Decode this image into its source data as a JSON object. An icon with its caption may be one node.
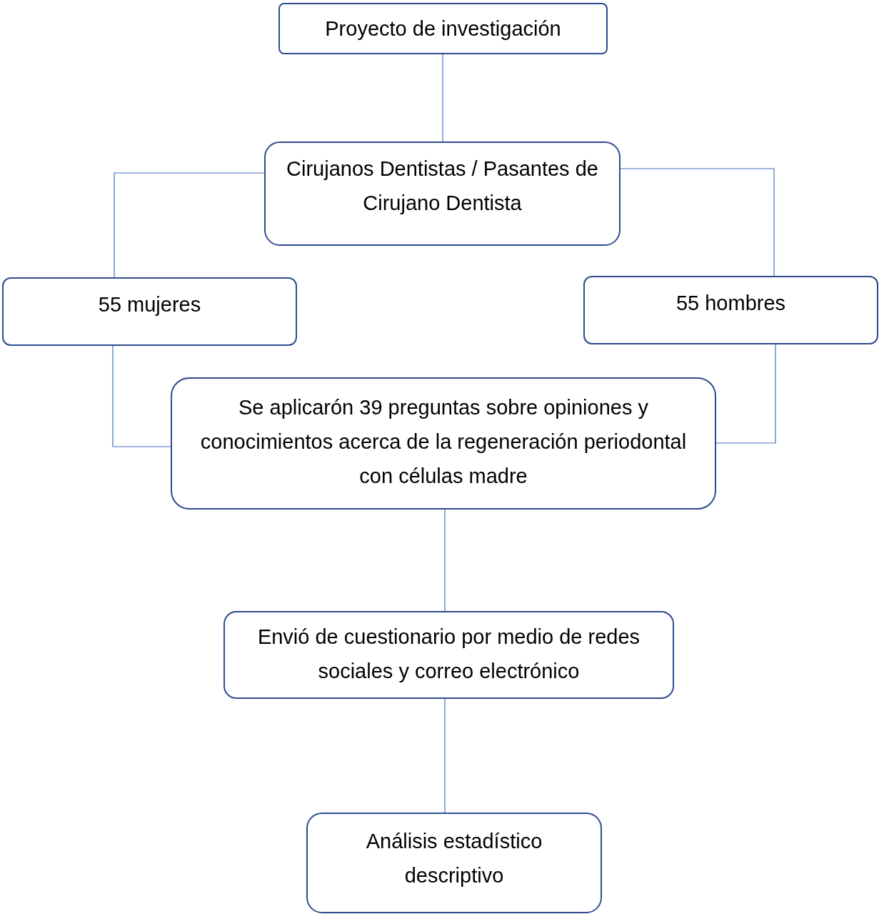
{
  "diagram": {
    "nodes": [
      {
        "text": [
          "Proyecto de investigación"
        ]
      },
      {
        "text": [
          "Cirujanos Dentistas / Pasantes de Cirujano Dentista"
        ]
      },
      {
        "text": [
          "55 mujeres"
        ]
      },
      {
        "text": [
          "55 hombres"
        ]
      },
      {
        "text": [
          "Se aplicarón 39 preguntas sobre opiniones y conocimientos acerca de la regeneración periodontal con células madre"
        ]
      },
      {
        "text": [
          "Envió de cuestionario por medio de redes sociales y correo electrónico"
        ]
      },
      {
        "text": [
          "Análisis estadístico descriptivo"
        ]
      }
    ],
    "edges": [
      {
        "from": 0,
        "to": 1,
        "arrow": "none"
      },
      {
        "from": 1,
        "to": 2,
        "arrow": "none"
      },
      {
        "from": 1,
        "to": 3,
        "arrow": "none"
      },
      {
        "from": 2,
        "to": 4,
        "arrow": "none"
      },
      {
        "from": 3,
        "to": 4,
        "arrow": "none"
      },
      {
        "from": 4,
        "to": 5,
        "arrow": "none"
      },
      {
        "from": 5,
        "to": 6,
        "arrow": "none"
      }
    ]
  }
}
